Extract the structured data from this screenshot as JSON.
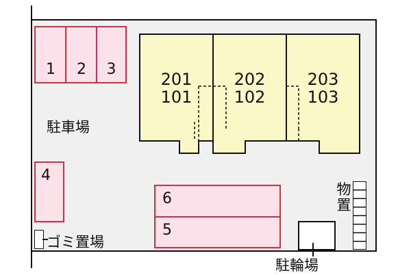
{
  "parking": {
    "label": "駐車場",
    "spaces": [
      "1",
      "2",
      "3",
      "4",
      "6",
      "5"
    ]
  },
  "units": [
    {
      "upper": "201",
      "lower": "101"
    },
    {
      "upper": "202",
      "lower": "102"
    },
    {
      "upper": "203",
      "lower": "103"
    }
  ],
  "garbage": {
    "label": "ゴミ置場"
  },
  "storage": {
    "label_line1": "物",
    "label_line2": "置"
  },
  "bicycle": {
    "label": "駐輪場"
  },
  "colors": {
    "lot": "#f0f0f0",
    "building": "#fbf8c8",
    "parking_fill": "#fbe2ea",
    "parking_border": "#cc3344"
  }
}
